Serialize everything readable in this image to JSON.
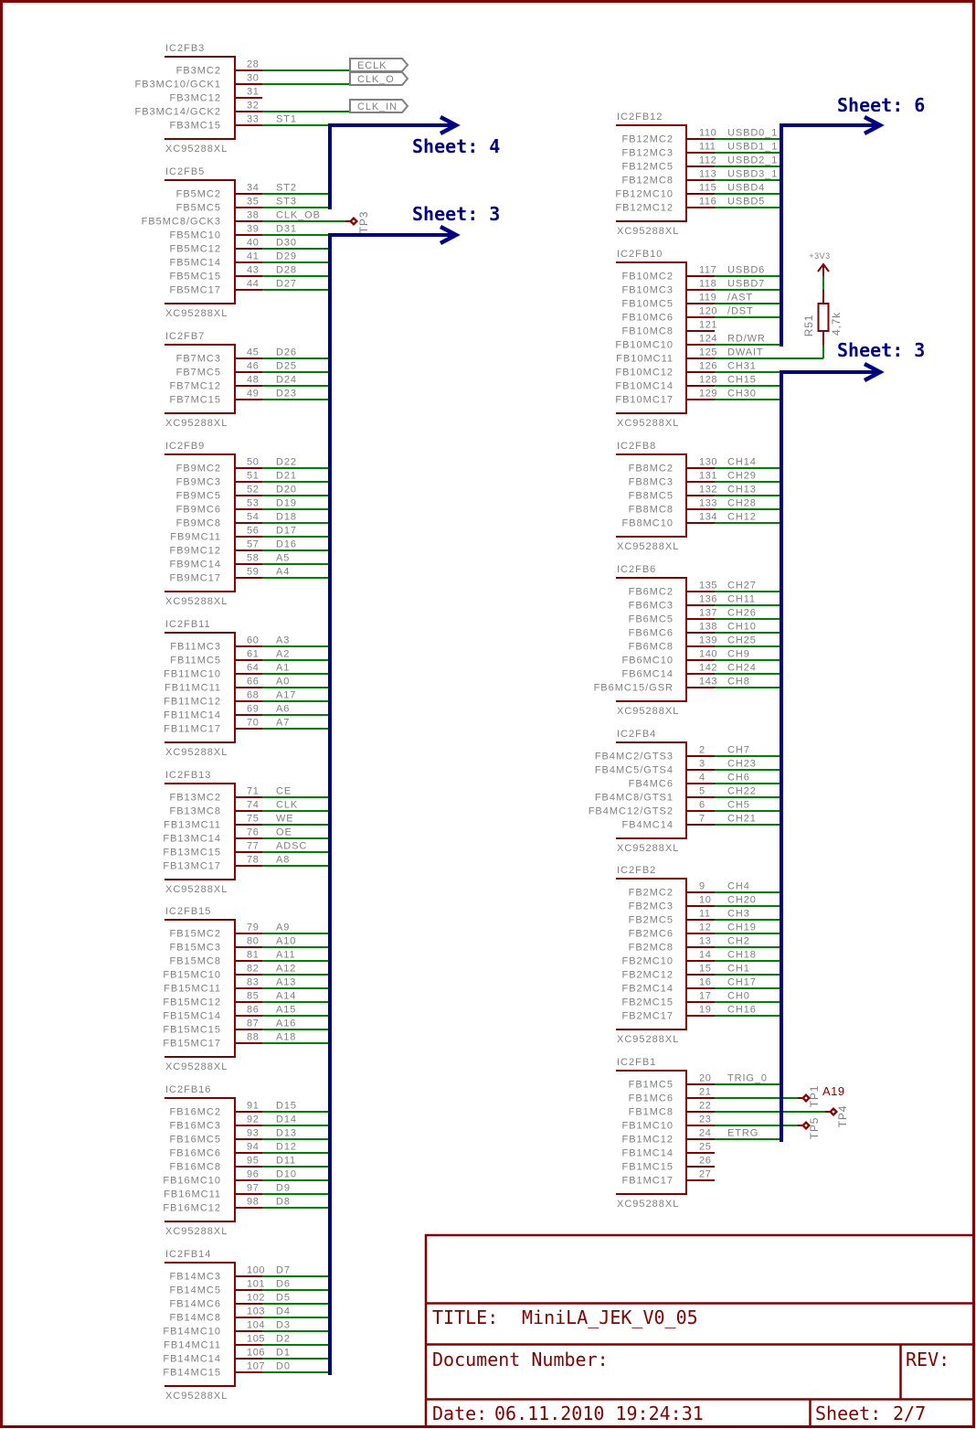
{
  "colors": {
    "frame": "#800000",
    "symbol": "#800000",
    "wire": "#008000",
    "bus": "#000080",
    "text": "#7f7f7f",
    "label_outline": "#808080"
  },
  "left_column": {
    "blocks": [
      {
        "ref": "IC2FB3",
        "part": "XC95288XL",
        "pins": [
          {
            "pin": "28",
            "name": "FB3MC2",
            "conn": "label",
            "label": "ECLK"
          },
          {
            "pin": "30",
            "name": "FB3MC10/GCK1",
            "conn": "label",
            "label": "CLK_O"
          },
          {
            "pin": "31",
            "name": "FB3MC12",
            "conn": "nc"
          },
          {
            "pin": "32",
            "name": "FB3MC14/GCK2",
            "conn": "label",
            "label": "CLK_IN"
          },
          {
            "pin": "33",
            "name": "FB3MC15",
            "net": "ST1",
            "conn": "bus"
          }
        ]
      },
      {
        "ref": "IC2FB5",
        "part": "XC95288XL",
        "pins": [
          {
            "pin": "34",
            "name": "FB5MC2",
            "net": "ST2",
            "conn": "bus"
          },
          {
            "pin": "35",
            "name": "FB5MC5",
            "net": "ST3",
            "conn": "bus"
          },
          {
            "pin": "38",
            "name": "FB5MC8/GCK3",
            "net": "CLK_OB",
            "conn": "tp",
            "tp": "TP3"
          },
          {
            "pin": "39",
            "name": "FB5MC10",
            "net": "D31",
            "conn": "bus"
          },
          {
            "pin": "40",
            "name": "FB5MC12",
            "net": "D30",
            "conn": "bus"
          },
          {
            "pin": "41",
            "name": "FB5MC14",
            "net": "D29",
            "conn": "bus"
          },
          {
            "pin": "43",
            "name": "FB5MC15",
            "net": "D28",
            "conn": "bus"
          },
          {
            "pin": "44",
            "name": "FB5MC17",
            "net": "D27",
            "conn": "bus"
          }
        ]
      },
      {
        "ref": "IC2FB7",
        "part": "XC95288XL",
        "pins": [
          {
            "pin": "45",
            "name": "FB7MC3",
            "net": "D26",
            "conn": "bus"
          },
          {
            "pin": "46",
            "name": "FB7MC5",
            "net": "D25",
            "conn": "bus"
          },
          {
            "pin": "48",
            "name": "FB7MC12",
            "net": "D24",
            "conn": "bus"
          },
          {
            "pin": "49",
            "name": "FB7MC15",
            "net": "D23",
            "conn": "bus"
          }
        ]
      },
      {
        "ref": "IC2FB9",
        "part": "XC95288XL",
        "pins": [
          {
            "pin": "50",
            "name": "FB9MC2",
            "net": "D22",
            "conn": "bus"
          },
          {
            "pin": "51",
            "name": "FB9MC3",
            "net": "D21",
            "conn": "bus"
          },
          {
            "pin": "52",
            "name": "FB9MC5",
            "net": "D20",
            "conn": "bus"
          },
          {
            "pin": "53",
            "name": "FB9MC6",
            "net": "D19",
            "conn": "bus"
          },
          {
            "pin": "54",
            "name": "FB9MC8",
            "net": "D18",
            "conn": "bus"
          },
          {
            "pin": "56",
            "name": "FB9MC11",
            "net": "D17",
            "conn": "bus"
          },
          {
            "pin": "57",
            "name": "FB9MC12",
            "net": "D16",
            "conn": "bus"
          },
          {
            "pin": "58",
            "name": "FB9MC14",
            "net": "A5",
            "conn": "bus"
          },
          {
            "pin": "59",
            "name": "FB9MC17",
            "net": "A4",
            "conn": "bus"
          }
        ]
      },
      {
        "ref": "IC2FB11",
        "part": "XC95288XL",
        "pins": [
          {
            "pin": "60",
            "name": "FB11MC3",
            "net": "A3",
            "conn": "bus"
          },
          {
            "pin": "61",
            "name": "FB11MC5",
            "net": "A2",
            "conn": "bus"
          },
          {
            "pin": "64",
            "name": "FB11MC10",
            "net": "A1",
            "conn": "bus"
          },
          {
            "pin": "66",
            "name": "FB11MC11",
            "net": "A0",
            "conn": "bus"
          },
          {
            "pin": "68",
            "name": "FB11MC12",
            "net": "A17",
            "conn": "bus"
          },
          {
            "pin": "69",
            "name": "FB11MC14",
            "net": "A6",
            "conn": "bus"
          },
          {
            "pin": "70",
            "name": "FB11MC17",
            "net": "A7",
            "conn": "bus"
          }
        ]
      },
      {
        "ref": "IC2FB13",
        "part": "XC95288XL",
        "pins": [
          {
            "pin": "71",
            "name": "FB13MC2",
            "net": "CE",
            "conn": "bus"
          },
          {
            "pin": "74",
            "name": "FB13MC8",
            "net": "CLK",
            "conn": "bus"
          },
          {
            "pin": "75",
            "name": "FB13MC11",
            "net": "WE",
            "conn": "bus"
          },
          {
            "pin": "76",
            "name": "FB13MC14",
            "net": "OE",
            "conn": "bus"
          },
          {
            "pin": "77",
            "name": "FB13MC15",
            "net": "ADSC",
            "conn": "bus"
          },
          {
            "pin": "78",
            "name": "FB13MC17",
            "net": "A8",
            "conn": "bus"
          }
        ]
      },
      {
        "ref": "IC2FB15",
        "part": "XC95288XL",
        "pins": [
          {
            "pin": "79",
            "name": "FB15MC2",
            "net": "A9",
            "conn": "bus"
          },
          {
            "pin": "80",
            "name": "FB15MC3",
            "net": "A10",
            "conn": "bus"
          },
          {
            "pin": "81",
            "name": "FB15MC8",
            "net": "A11",
            "conn": "bus"
          },
          {
            "pin": "82",
            "name": "FB15MC10",
            "net": "A12",
            "conn": "bus"
          },
          {
            "pin": "83",
            "name": "FB15MC11",
            "net": "A13",
            "conn": "bus"
          },
          {
            "pin": "85",
            "name": "FB15MC12",
            "net": "A14",
            "conn": "bus"
          },
          {
            "pin": "86",
            "name": "FB15MC14",
            "net": "A15",
            "conn": "bus"
          },
          {
            "pin": "87",
            "name": "FB15MC15",
            "net": "A16",
            "conn": "bus"
          },
          {
            "pin": "88",
            "name": "FB15MC17",
            "net": "A18",
            "conn": "bus"
          }
        ]
      },
      {
        "ref": "IC2FB16",
        "part": "XC95288XL",
        "pins": [
          {
            "pin": "91",
            "name": "FB16MC2",
            "net": "D15",
            "conn": "bus"
          },
          {
            "pin": "92",
            "name": "FB16MC3",
            "net": "D14",
            "conn": "bus"
          },
          {
            "pin": "93",
            "name": "FB16MC5",
            "net": "D13",
            "conn": "bus"
          },
          {
            "pin": "94",
            "name": "FB16MC6",
            "net": "D12",
            "conn": "bus"
          },
          {
            "pin": "95",
            "name": "FB16MC8",
            "net": "D11",
            "conn": "bus"
          },
          {
            "pin": "96",
            "name": "FB16MC10",
            "net": "D10",
            "conn": "bus"
          },
          {
            "pin": "97",
            "name": "FB16MC11",
            "net": "D9",
            "conn": "bus"
          },
          {
            "pin": "98",
            "name": "FB16MC12",
            "net": "D8",
            "conn": "bus"
          }
        ]
      },
      {
        "ref": "IC2FB14",
        "part": "XC95288XL",
        "pins": [
          {
            "pin": "100",
            "name": "FB14MC3",
            "net": "D7",
            "conn": "bus"
          },
          {
            "pin": "101",
            "name": "FB14MC5",
            "net": "D6",
            "conn": "bus"
          },
          {
            "pin": "102",
            "name": "FB14MC6",
            "net": "D5",
            "conn": "bus"
          },
          {
            "pin": "103",
            "name": "FB14MC8",
            "net": "D4",
            "conn": "bus"
          },
          {
            "pin": "104",
            "name": "FB14MC10",
            "net": "D3",
            "conn": "bus"
          },
          {
            "pin": "105",
            "name": "FB14MC11",
            "net": "D2",
            "conn": "bus"
          },
          {
            "pin": "106",
            "name": "FB14MC14",
            "net": "D1",
            "conn": "bus"
          },
          {
            "pin": "107",
            "name": "FB14MC15",
            "net": "D0",
            "conn": "bus"
          }
        ]
      }
    ]
  },
  "right_column": {
    "blocks": [
      {
        "ref": "IC2FB12",
        "part": "XC95288XL",
        "pins": [
          {
            "pin": "110",
            "name": "FB12MC2",
            "net": "USBD0_1",
            "conn": "bus"
          },
          {
            "pin": "111",
            "name": "FB12MC3",
            "net": "USBD1_1",
            "conn": "bus"
          },
          {
            "pin": "112",
            "name": "FB12MC5",
            "net": "USBD2_1",
            "conn": "bus"
          },
          {
            "pin": "113",
            "name": "FB12MC8",
            "net": "USBD3_1",
            "conn": "bus"
          },
          {
            "pin": "115",
            "name": "FB12MC10",
            "net": "USBD4",
            "conn": "bus"
          },
          {
            "pin": "116",
            "name": "FB12MC12",
            "net": "USBD5",
            "conn": "bus"
          }
        ]
      },
      {
        "ref": "IC2FB10",
        "part": "XC95288XL",
        "pins": [
          {
            "pin": "117",
            "name": "FB10MC2",
            "net": "USBD6",
            "conn": "bus"
          },
          {
            "pin": "118",
            "name": "FB10MC3",
            "net": "USBD7",
            "conn": "bus"
          },
          {
            "pin": "119",
            "name": "FB10MC5",
            "net": "/AST",
            "conn": "bus"
          },
          {
            "pin": "120",
            "name": "FB10MC6",
            "net": "/DST",
            "conn": "bus"
          },
          {
            "pin": "121",
            "name": "FB10MC8",
            "conn": "nc"
          },
          {
            "pin": "124",
            "name": "FB10MC10",
            "net": "RD/WR",
            "conn": "bus"
          },
          {
            "pin": "125",
            "name": "FB10MC11",
            "net": "DWAIT",
            "conn": "pullup"
          },
          {
            "pin": "126",
            "name": "FB10MC12",
            "net": "CH31",
            "conn": "bus"
          },
          {
            "pin": "128",
            "name": "FB10MC14",
            "net": "CH15",
            "conn": "bus"
          },
          {
            "pin": "129",
            "name": "FB10MC17",
            "net": "CH30",
            "conn": "bus"
          }
        ]
      },
      {
        "ref": "IC2FB8",
        "part": "XC95288XL",
        "pins": [
          {
            "pin": "130",
            "name": "FB8MC2",
            "net": "CH14",
            "conn": "bus"
          },
          {
            "pin": "131",
            "name": "FB8MC3",
            "net": "CH29",
            "conn": "bus"
          },
          {
            "pin": "132",
            "name": "FB8MC5",
            "net": "CH13",
            "conn": "bus"
          },
          {
            "pin": "133",
            "name": "FB8MC8",
            "net": "CH28",
            "conn": "bus"
          },
          {
            "pin": "134",
            "name": "FB8MC10",
            "net": "CH12",
            "conn": "bus"
          }
        ]
      },
      {
        "ref": "IC2FB6",
        "part": "XC95288XL",
        "pins": [
          {
            "pin": "135",
            "name": "FB6MC2",
            "net": "CH27",
            "conn": "bus"
          },
          {
            "pin": "136",
            "name": "FB6MC3",
            "net": "CH11",
            "conn": "bus"
          },
          {
            "pin": "137",
            "name": "FB6MC5",
            "net": "CH26",
            "conn": "bus"
          },
          {
            "pin": "138",
            "name": "FB6MC6",
            "net": "CH10",
            "conn": "bus"
          },
          {
            "pin": "139",
            "name": "FB6MC8",
            "net": "CH25",
            "conn": "bus"
          },
          {
            "pin": "140",
            "name": "FB6MC10",
            "net": "CH9",
            "conn": "bus"
          },
          {
            "pin": "142",
            "name": "FB6MC14",
            "net": "CH24",
            "conn": "bus"
          },
          {
            "pin": "143",
            "name": "FB6MC15/GSR",
            "net": "CH8",
            "conn": "bus"
          }
        ]
      },
      {
        "ref": "IC2FB4",
        "part": "XC95288XL",
        "pins": [
          {
            "pin": "2",
            "name": "FB4MC2/GTS3",
            "net": "CH7",
            "conn": "bus"
          },
          {
            "pin": "3",
            "name": "FB4MC5/GTS4",
            "net": "CH23",
            "conn": "bus"
          },
          {
            "pin": "4",
            "name": "FB4MC6",
            "net": "CH6",
            "conn": "bus"
          },
          {
            "pin": "5",
            "name": "FB4MC8/GTS1",
            "net": "CH22",
            "conn": "bus"
          },
          {
            "pin": "6",
            "name": "FB4MC12/GTS2",
            "net": "CH5",
            "conn": "bus"
          },
          {
            "pin": "7",
            "name": "FB4MC14",
            "net": "CH21",
            "conn": "bus"
          }
        ]
      },
      {
        "ref": "IC2FB2",
        "part": "XC95288XL",
        "pins": [
          {
            "pin": "9",
            "name": "FB2MC2",
            "net": "CH4",
            "conn": "bus"
          },
          {
            "pin": "10",
            "name": "FB2MC3",
            "net": "CH20",
            "conn": "bus"
          },
          {
            "pin": "11",
            "name": "FB2MC5",
            "net": "CH3",
            "conn": "bus"
          },
          {
            "pin": "12",
            "name": "FB2MC6",
            "net": "CH19",
            "conn": "bus"
          },
          {
            "pin": "13",
            "name": "FB2MC8",
            "net": "CH2",
            "conn": "bus"
          },
          {
            "pin": "14",
            "name": "FB2MC10",
            "net": "CH18",
            "conn": "bus"
          },
          {
            "pin": "15",
            "name": "FB2MC12",
            "net": "CH1",
            "conn": "bus"
          },
          {
            "pin": "16",
            "name": "FB2MC14",
            "net": "CH17",
            "conn": "bus"
          },
          {
            "pin": "17",
            "name": "FB2MC15",
            "net": "CH0",
            "conn": "bus"
          },
          {
            "pin": "19",
            "name": "FB2MC17",
            "net": "CH16",
            "conn": "bus"
          }
        ]
      },
      {
        "ref": "IC2FB1",
        "part": "XC95288XL",
        "pins": [
          {
            "pin": "20",
            "name": "FB1MC5",
            "net": "TRIG_0",
            "conn": "bus"
          },
          {
            "pin": "21",
            "name": "FB1MC6",
            "conn": "tp",
            "tp": "TP1",
            "tp_net": "A19"
          },
          {
            "pin": "22",
            "name": "FB1MC8",
            "conn": "tp",
            "tp": "TP4"
          },
          {
            "pin": "23",
            "name": "FB1MC10",
            "conn": "tp",
            "tp": "TP5"
          },
          {
            "pin": "24",
            "name": "FB1MC12",
            "net": "ETRG",
            "conn": "bus"
          },
          {
            "pin": "25",
            "name": "FB1MC14",
            "conn": "nc"
          },
          {
            "pin": "26",
            "name": "FB1MC15",
            "conn": "nc"
          },
          {
            "pin": "27",
            "name": "FB1MC17",
            "conn": "nc"
          }
        ]
      }
    ]
  },
  "buses": [
    {
      "label": "Sheet: 4"
    },
    {
      "label": "Sheet: 3"
    },
    {
      "label": "Sheet: 6"
    },
    {
      "label": "Sheet: 3"
    }
  ],
  "resistor": {
    "ref": "R51",
    "value": "4,7k",
    "supply": "+3V3"
  },
  "title_block": {
    "title_label": "TITLE:",
    "title": "MiniLA_JEK_V0_05",
    "doc_number_label": "Document Number:",
    "rev_label": "REV:",
    "date_label": "Date:",
    "date": "06.11.2010 19:24:31",
    "sheet_label": "Sheet:",
    "sheet": "2/7"
  }
}
